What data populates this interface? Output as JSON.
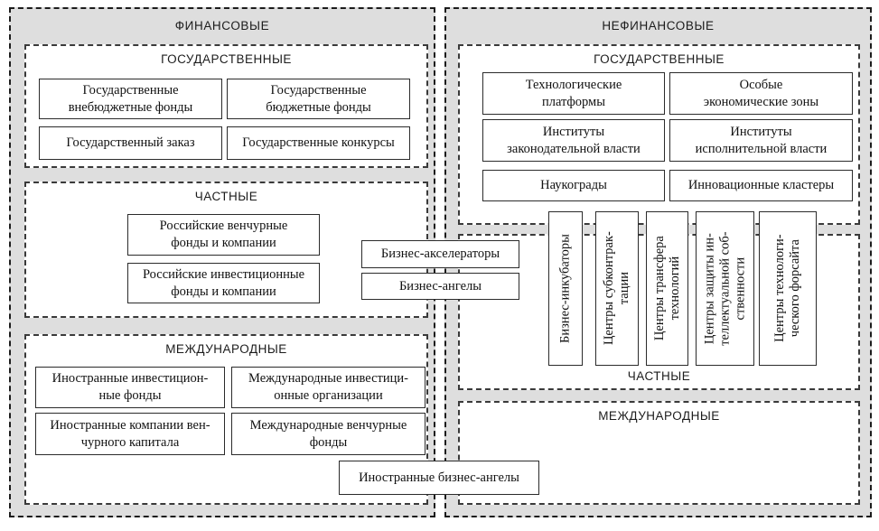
{
  "diagram": {
    "left_group": {
      "title": "ФИНАНСОВЫЕ",
      "state": {
        "title": "ГОСУДАРСТВЕННЫЕ",
        "items": [
          "Государственные\nвнебюджетные фонды",
          "Государственные\nбюджетные фонды",
          "Государственный заказ",
          "Государственные конкурсы"
        ]
      },
      "private": {
        "title": "ЧАСТНЫЕ",
        "items": [
          "Российские венчурные\nфонды и компании",
          "Российские инвестиционные\nфонды и компании"
        ]
      },
      "international": {
        "title": "МЕЖДУНАРОДНЫЕ",
        "items": [
          "Иностранные инвестицион-\nные фонды",
          "Международные инвестици-\nонные организации",
          "Иностранные компании вен-\nчурного капитала",
          "Международные венчурные\nфонды"
        ]
      }
    },
    "right_group": {
      "title": "НЕФИНАНСОВЫЕ",
      "state": {
        "title": "ГОСУДАРСТВЕННЫЕ",
        "items": [
          "Технологические\nплатформы",
          "Особые\nэкономические зоны",
          "Институты\nзаконодательной власти",
          "Институты\nисполнительной власти",
          "Наукограды",
          "Инновационные кластеры"
        ]
      },
      "private": {
        "title": "ЧАСТНЫЕ",
        "items": [
          "Бизнес-инкубаторы",
          "Центры субконтрак-\nтации",
          "Центры трансфера\nтехнологий",
          "Центры защиты ин-\nтеллектуальной соб-\nственности",
          "Центры технологи-\nческого форсайта"
        ]
      },
      "international": {
        "title": "МЕЖДУНАРОДНЫЕ"
      }
    },
    "bridge": {
      "business_accelerators": "Бизнес-акселераторы",
      "business_angels": "Бизнес-ангелы",
      "foreign_business_angels": "Иностранные бизнес-ангелы"
    }
  },
  "colors": {
    "group_bg": "#dedede",
    "section_bg": "#ffffff",
    "border": "#2b2b2b"
  }
}
